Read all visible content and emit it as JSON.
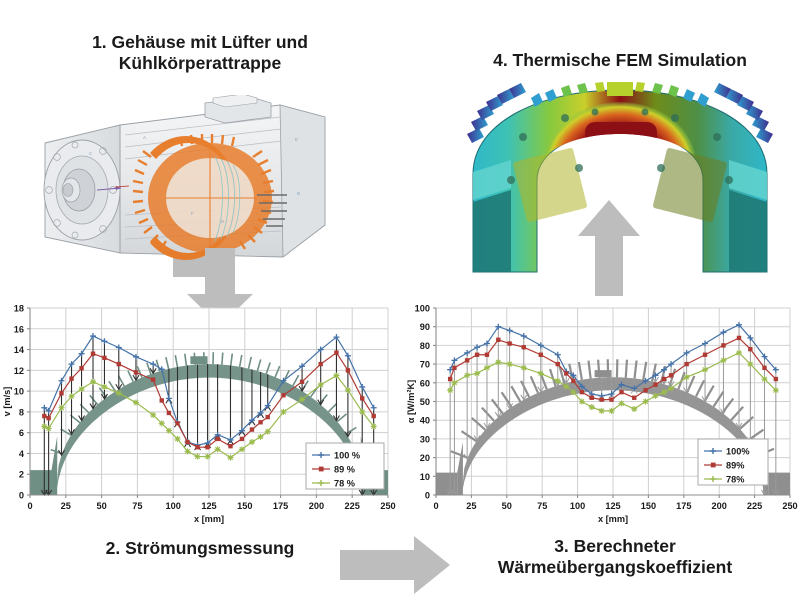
{
  "figure": {
    "background": "#ffffff",
    "accent_orange": "#e8761e",
    "arrow_gray": "#bdbdbd"
  },
  "panels": {
    "step1": {
      "number": "1.",
      "title": "1. Gehäuse mit Lüfter und\nKühlkörperattrappe",
      "title_line1": "1. Gehäuse mit Lüfter und",
      "title_line2": "Kühlkörperattrappe",
      "image_name": "servo-motor-cad-drawing",
      "description": "CAD drawing of servo motor housing with orange fan and heatsink dummy"
    },
    "step2": {
      "number": "2.",
      "title": "2. Strömungsmessung"
    },
    "step3": {
      "number": "3.",
      "title": "3. Berechneter\nWärmeübergangskoeffizient",
      "title_line1": "3. Berechneter",
      "title_line2": "Wärmeübergangskoeffizient"
    },
    "step4": {
      "number": "4.",
      "title": "4. Thermische FEM Simulation",
      "image_name": "fem-thermal-simulation",
      "description": "Thermal FEM contour plot of arched finned housing"
    }
  },
  "arrows": {
    "down_arrow_1_to_2": "arrow-down-icon",
    "right_arrow_2_to_3": "arrow-right-icon",
    "up_arrow_3_to_4": "arrow-up-icon"
  },
  "chart_data": [
    {
      "id": "flow-velocity-chart",
      "type": "line",
      "title": "",
      "xlabel": "x [mm]",
      "ylabel": "v [m/s]",
      "xlim": [
        0,
        250
      ],
      "ylim": [
        0,
        18
      ],
      "xticks": [
        0,
        25,
        50,
        75,
        100,
        125,
        150,
        175,
        200,
        225,
        250
      ],
      "yticks": [
        0,
        2,
        4,
        6,
        8,
        10,
        12,
        14,
        16,
        18
      ],
      "grid": true,
      "legend_position": "bottom-right",
      "x": [
        10,
        13,
        22,
        29,
        36,
        44,
        52,
        62,
        74,
        86,
        92,
        97,
        103,
        110,
        117,
        124,
        131,
        140,
        148,
        155,
        161,
        166,
        177,
        190,
        203,
        214,
        222,
        232,
        240
      ],
      "series": [
        {
          "name": "100 %",
          "label": "100 %",
          "color": "#4472a8",
          "marker": "cross",
          "values": [
            8.4,
            8.1,
            11.0,
            12.6,
            13.6,
            15.3,
            14.8,
            14.2,
            13.3,
            12.6,
            12.1,
            9.3,
            7.0,
            5.1,
            4.8,
            5.0,
            5.8,
            5.3,
            6.2,
            7.2,
            7.9,
            8.6,
            11.0,
            12.4,
            14.0,
            15.2,
            13.4,
            10.4,
            8.4
          ]
        },
        {
          "name": "89 %",
          "label": "89 %",
          "color": "#b03a34",
          "marker": "square",
          "values": [
            7.6,
            7.4,
            9.8,
            11.2,
            12.2,
            13.6,
            13.2,
            12.6,
            11.8,
            11.1,
            9.1,
            7.9,
            6.9,
            5.1,
            4.6,
            4.6,
            5.4,
            4.7,
            5.4,
            6.3,
            7.0,
            7.5,
            9.6,
            10.9,
            12.6,
            13.7,
            12.0,
            9.3,
            7.6
          ]
        },
        {
          "name": "78 %",
          "label": "78 %",
          "color": "#9bbb4e",
          "marker": "star",
          "values": [
            6.6,
            6.4,
            8.4,
            9.5,
            10.2,
            10.9,
            10.4,
            9.8,
            8.9,
            7.7,
            6.9,
            6.2,
            5.4,
            4.2,
            3.7,
            3.7,
            4.4,
            3.6,
            4.4,
            5.1,
            5.6,
            6.1,
            8.0,
            9.2,
            10.6,
            11.5,
            10.1,
            8.0,
            6.6
          ]
        }
      ]
    },
    {
      "id": "heat-transfer-coefficient-chart",
      "type": "line",
      "title": "",
      "xlabel": "x [mm]",
      "ylabel": "α [W/m²K]",
      "xlim": [
        0,
        250
      ],
      "ylim": [
        0,
        100
      ],
      "xticks": [
        0,
        25,
        50,
        75,
        100,
        125,
        150,
        175,
        200,
        225,
        250
      ],
      "yticks": [
        0,
        10,
        20,
        30,
        40,
        50,
        60,
        70,
        80,
        90,
        100
      ],
      "grid": true,
      "legend_position": "bottom-right",
      "x": [
        10,
        13,
        22,
        29,
        36,
        44,
        52,
        62,
        74,
        86,
        92,
        97,
        103,
        110,
        117,
        124,
        131,
        140,
        148,
        155,
        161,
        166,
        177,
        190,
        203,
        214,
        222,
        232,
        240
      ],
      "series": [
        {
          "name": "100%",
          "label": "100%",
          "color": "#4472a8",
          "marker": "cross",
          "values": [
            67,
            72,
            76,
            79,
            81,
            90,
            88,
            85,
            80,
            75,
            66,
            64,
            58,
            54,
            53,
            54,
            59,
            57,
            61,
            64,
            67,
            70,
            76,
            81,
            87,
            91,
            84,
            74,
            67
          ]
        },
        {
          "name": "89%",
          "label": "89%",
          "color": "#b03a34",
          "marker": "square",
          "values": [
            62,
            68,
            72,
            75,
            75,
            83,
            81,
            79,
            75,
            70,
            65,
            61,
            55,
            52,
            51,
            51,
            55,
            52,
            56,
            59,
            62,
            64,
            70,
            75,
            80,
            84,
            78,
            68,
            62
          ]
        },
        {
          "name": "78%",
          "label": "78%",
          "color": "#9bbb4e",
          "marker": "star",
          "values": [
            56,
            60,
            64,
            65,
            68,
            71,
            70,
            68,
            65,
            61,
            58,
            55,
            50,
            47,
            45,
            45,
            49,
            46,
            50,
            53,
            55,
            57,
            63,
            67,
            72,
            76,
            70,
            62,
            56
          ]
        }
      ]
    }
  ]
}
